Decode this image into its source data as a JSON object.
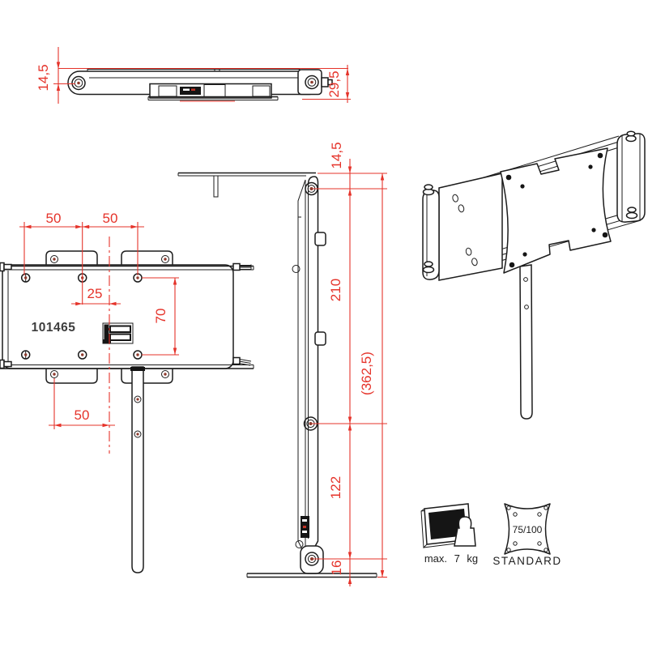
{
  "drawing": {
    "product_code": "101465",
    "colors": {
      "line": "#1c1c1c",
      "dimension_red": "#e5332a",
      "hole_dot": "#8e3a2c",
      "background": "#ffffff"
    },
    "top_view": {
      "pivot_depth": "14,5",
      "total_depth": "29,5"
    },
    "front_view": {
      "hole_pitch_left": "50",
      "hole_pitch_right": "50",
      "center_offset": "25",
      "hole_pitch_vertical": "70",
      "tab_pitch": "50"
    },
    "side_view": {
      "pivot_offset": "14,5",
      "upper_arm_length": "210",
      "lower_arm_length": "122",
      "base_offset": "16",
      "overall_height": "(362,5)"
    },
    "icons": {
      "max_load": "max. 7 kg",
      "vesa_size": "75/100",
      "vesa_label": "STANDARD"
    }
  }
}
